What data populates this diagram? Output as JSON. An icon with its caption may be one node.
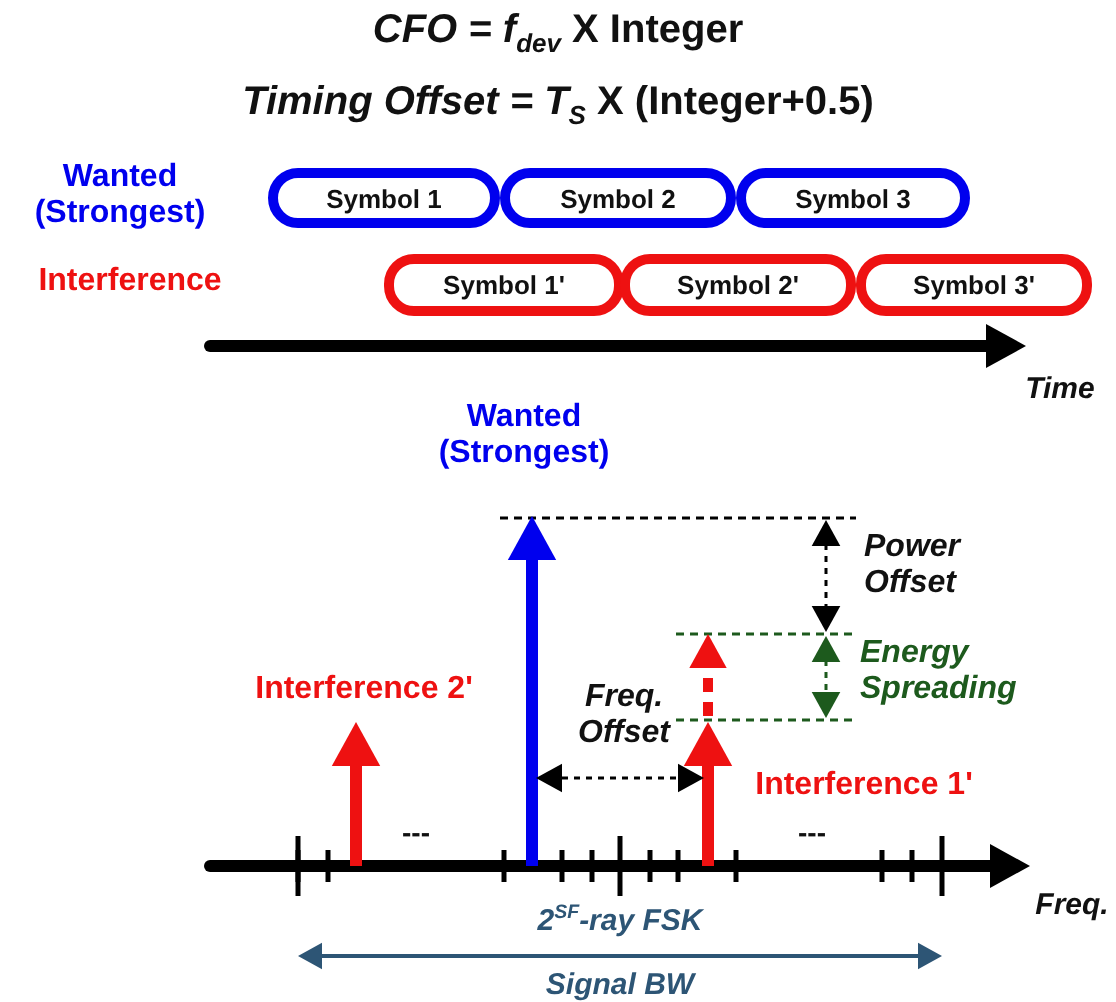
{
  "diagram": {
    "nodes": [
      {
        "text": [
          "Symbol 1"
        ]
      },
      {
        "text": [
          "Symbol 2"
        ]
      },
      {
        "text": [
          "Symbol 3"
        ]
      },
      {
        "text": [
          "Symbol 1'"
        ]
      },
      {
        "text": [
          "Symbol 2'"
        ]
      },
      {
        "text": [
          "Symbol 3'"
        ]
      }
    ],
    "labels": [
      "*CFO =* *f*$_{dev}$ X Integer",
      "*Timing Offset =* *T*$_{S}$ X (Integer+0.5)",
      "Wanted (Strongest)",
      "Interference",
      "Time",
      "Wanted (Strongest)",
      "Power Offset",
      "Energy Spreading",
      "Interference 2'",
      "Freq. Offset",
      "Interference 1'",
      "---",
      "---",
      "Freq.",
      "2$^{SF}$-ray FSK",
      "Signal BW"
    ]
  }
}
